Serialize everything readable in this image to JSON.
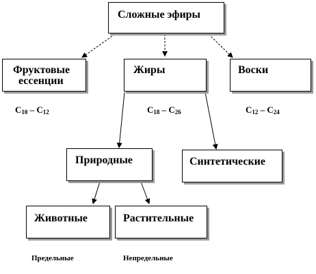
{
  "nodes": {
    "root": {
      "label": "Сложные эфиры"
    },
    "fruit": {
      "line1": "Фруктовые",
      "line2": "ессенции"
    },
    "fats": {
      "label": "Жиры"
    },
    "waxes": {
      "label": "Воски"
    },
    "natural": {
      "label": "Природные"
    },
    "synthetic": {
      "label": "Синтетические"
    },
    "animal": {
      "label": "Животные"
    },
    "plant": {
      "label": "Растительные"
    }
  },
  "formulas": {
    "fruit": {
      "c1": "C",
      "s1": "10",
      "dash": " – ",
      "c2": "C",
      "s2": "12"
    },
    "fats": {
      "c1": "C",
      "s1": "18",
      "dash": " – ",
      "c2": "C",
      "s2": "26"
    },
    "waxes": {
      "c1": "C",
      "s1": "12",
      "dash": " – ",
      "c2": "C",
      "s2": "24"
    }
  },
  "notes": {
    "saturated": "Предельные",
    "unsaturated": "Непредельные"
  }
}
